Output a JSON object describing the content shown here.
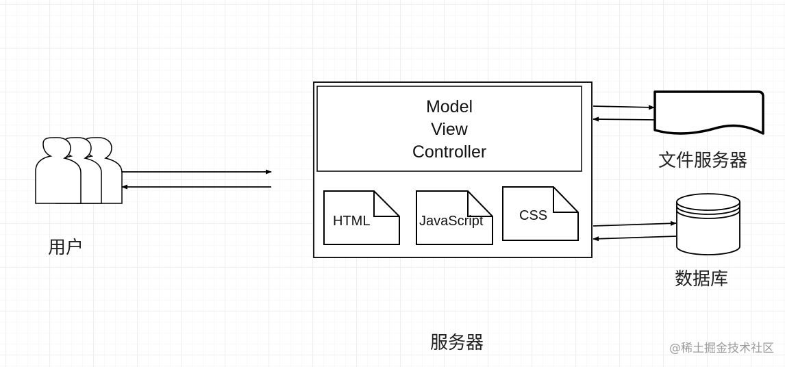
{
  "diagram": {
    "mvc_lines": [
      "Model",
      "View",
      "Controller"
    ],
    "files": [
      "HTML",
      "JavaScript",
      "CSS"
    ],
    "user_label": "用户",
    "server_label": "服务器",
    "file_server_label": "文件服务器",
    "database_label": "数据库"
  },
  "watermark": "@稀土掘金技术社区",
  "colors": {
    "stroke": "#000000",
    "background": "#ffffff",
    "grid": "#eceef0"
  }
}
